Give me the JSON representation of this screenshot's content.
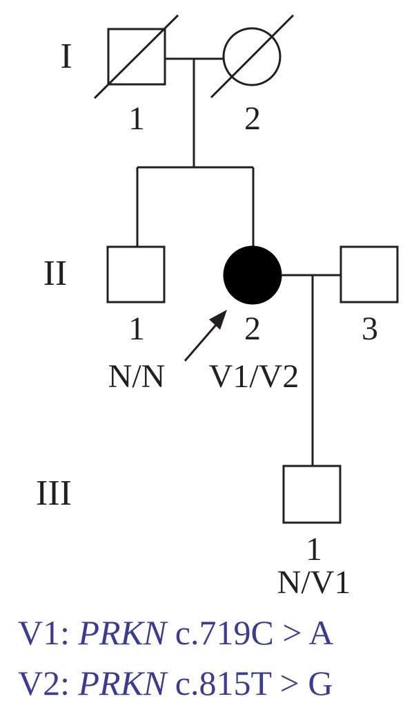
{
  "generations": [
    "I",
    "II",
    "III"
  ],
  "individuals": {
    "I1": {
      "number": "1",
      "sex": "male",
      "deceased": true,
      "affected": false,
      "genotype": ""
    },
    "I2": {
      "number": "2",
      "sex": "female",
      "deceased": true,
      "affected": false,
      "genotype": ""
    },
    "II1": {
      "number": "1",
      "sex": "male",
      "deceased": false,
      "affected": false,
      "genotype": "N/N"
    },
    "II2": {
      "number": "2",
      "sex": "female",
      "deceased": false,
      "affected": true,
      "proband": true,
      "genotype": "V1/V2"
    },
    "II3": {
      "number": "3",
      "sex": "male",
      "deceased": false,
      "affected": false,
      "genotype": ""
    },
    "III1": {
      "number": "1",
      "sex": "male",
      "deceased": false,
      "affected": false,
      "genotype": "N/V1"
    }
  },
  "legend": [
    {
      "id": "V1: ",
      "gene": "PRKN",
      "variant": " c.719C > A"
    },
    {
      "id": "V2: ",
      "gene": "PRKN",
      "variant": " c.815T > G"
    }
  ],
  "colors": {
    "ink": "#231f20",
    "affected_fill": "#000000",
    "legend_text": "#3a3a98"
  }
}
